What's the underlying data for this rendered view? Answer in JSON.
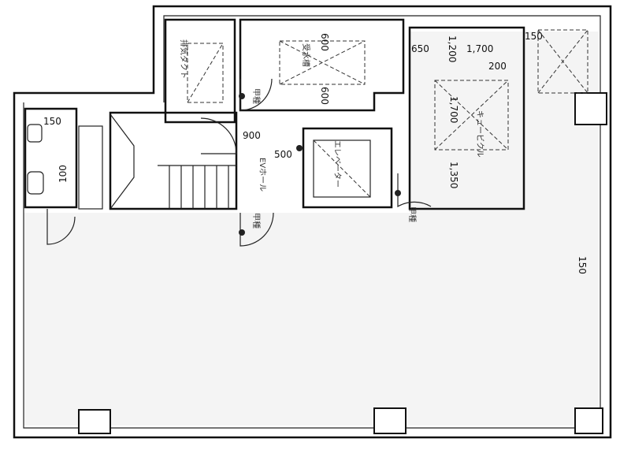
{
  "plan": {
    "dimensions": {
      "shaft_top": "600",
      "shaft_bottom": "600",
      "hall_width": "900",
      "hall_gap": "500",
      "cubicle_left": "650",
      "cubicle_top": "1,200",
      "cubicle_width": "1,700",
      "cubicle_offset": "200",
      "cubicle_depth": "1,700",
      "cubicle_bottom": "1,350",
      "corner_shaft": "150",
      "toilet_top": "150",
      "toilet_side": "100",
      "right_wall": "150"
    },
    "rooms": {
      "duct": "排気ダクト",
      "tank": "受水槽",
      "elevator": "エレベーター",
      "cubicle": "キュービクル",
      "hall": "EVホール",
      "door_a": "甲種",
      "door_b": "甲種",
      "door_c": "甲種"
    }
  }
}
